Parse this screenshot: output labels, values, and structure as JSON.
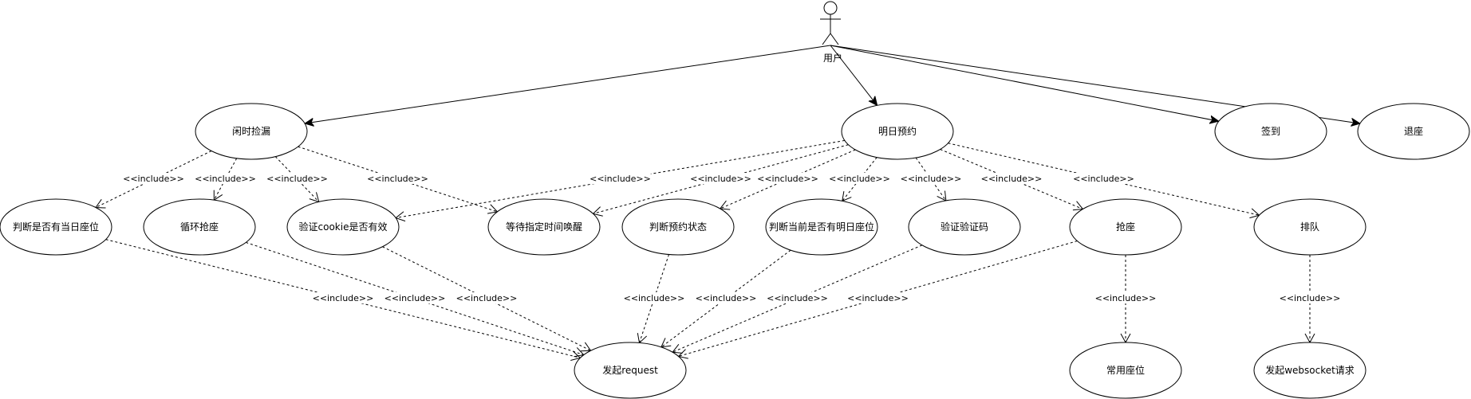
{
  "diagram": {
    "actor": {
      "id": "user",
      "label": "用户"
    },
    "include_label": "<<include>>",
    "use_cases": [
      {
        "id": "xianshi",
        "label": "闲时捡漏"
      },
      {
        "id": "mingri",
        "label": "明日预约"
      },
      {
        "id": "qiandao",
        "label": "签到"
      },
      {
        "id": "tuizuo",
        "label": "退座"
      },
      {
        "id": "dangri",
        "label": "判断是否有当日座位"
      },
      {
        "id": "xunhuan",
        "label": "循环抢座"
      },
      {
        "id": "cookie",
        "label": "验证cookie是否有效"
      },
      {
        "id": "dengdai",
        "label": "等待指定时间唤醒"
      },
      {
        "id": "yuyuezt",
        "label": "判断预约状态"
      },
      {
        "id": "mingrizw",
        "label": "判断当前是否有明日座位"
      },
      {
        "id": "yanzhengma",
        "label": "验证验证码"
      },
      {
        "id": "qiangzuo",
        "label": "抢座"
      },
      {
        "id": "paidui",
        "label": "排队"
      },
      {
        "id": "request",
        "label": "发起request"
      },
      {
        "id": "changyong",
        "label": "常用座位"
      },
      {
        "id": "websocket",
        "label": "发起websocket请求"
      }
    ],
    "associations": [
      {
        "from": "user",
        "to": "xianshi"
      },
      {
        "from": "user",
        "to": "mingri"
      },
      {
        "from": "user",
        "to": "qiandao"
      },
      {
        "from": "user",
        "to": "tuizuo"
      }
    ],
    "includes": [
      {
        "from": "xianshi",
        "to": "dangri"
      },
      {
        "from": "xianshi",
        "to": "xunhuan"
      },
      {
        "from": "xianshi",
        "to": "cookie"
      },
      {
        "from": "xianshi",
        "to": "dengdai"
      },
      {
        "from": "mingri",
        "to": "cookie"
      },
      {
        "from": "mingri",
        "to": "dengdai"
      },
      {
        "from": "mingri",
        "to": "yuyuezt"
      },
      {
        "from": "mingri",
        "to": "mingrizw"
      },
      {
        "from": "mingri",
        "to": "yanzhengma"
      },
      {
        "from": "mingri",
        "to": "qiangzuo"
      },
      {
        "from": "mingri",
        "to": "paidui"
      },
      {
        "from": "dangri",
        "to": "request"
      },
      {
        "from": "xunhuan",
        "to": "request"
      },
      {
        "from": "cookie",
        "to": "request"
      },
      {
        "from": "yuyuezt",
        "to": "request"
      },
      {
        "from": "mingrizw",
        "to": "request"
      },
      {
        "from": "yanzhengma",
        "to": "request"
      },
      {
        "from": "qiangzuo",
        "to": "request"
      },
      {
        "from": "qiangzuo",
        "to": "changyong"
      },
      {
        "from": "paidui",
        "to": "websocket"
      }
    ]
  }
}
